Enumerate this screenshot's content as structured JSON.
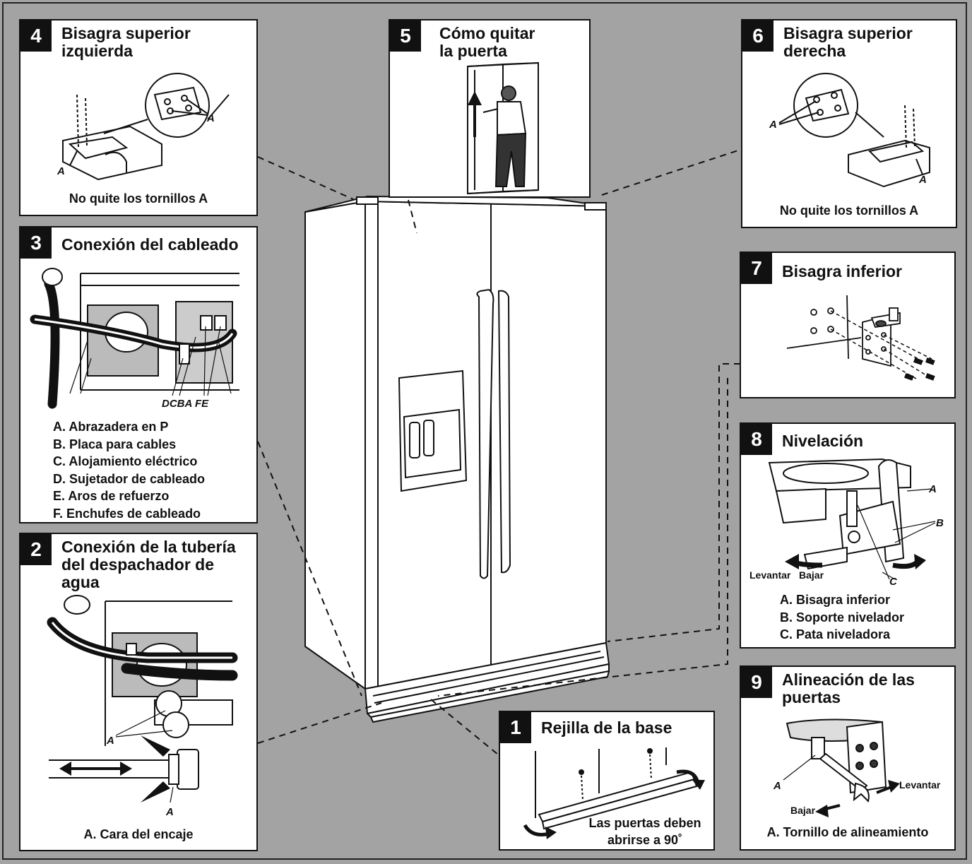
{
  "panels": {
    "p1": {
      "number": "1",
      "title": "Rejilla de la base",
      "caption": "Las puertas deben\nabrirse a  90˚"
    },
    "p2": {
      "number": "2",
      "title": "Conexión de la tubería\ndel despachador de agua",
      "callout": "A",
      "caption": "A. Cara del encaje"
    },
    "p3": {
      "number": "3",
      "title": "Conexión del cableado",
      "callout": "DCBA FE",
      "legend": [
        "A. Abrazadera en P",
        "B. Placa para cables",
        "C. Alojamiento eléctrico",
        "D. Sujetador de cableado",
        "E. Aros de refuerzo",
        "F. Enchufes de cableado"
      ]
    },
    "p4": {
      "number": "4",
      "title": "Bisagra superior\nizquierda",
      "callout": "A",
      "caption": "No quite los tornillos A"
    },
    "p5": {
      "number": "5",
      "title": "Cómo quitar\nla puerta"
    },
    "p6": {
      "number": "6",
      "title": "Bisagra superior\nderecha",
      "callout": "A",
      "caption": "No quite los tornillos A"
    },
    "p7": {
      "number": "7",
      "title": "Bisagra inferior"
    },
    "p8": {
      "number": "8",
      "title": "Nivelación",
      "callouts": [
        "A",
        "B",
        "C"
      ],
      "raise": "Levantar",
      "lower": "Bajar",
      "legend": [
        "A. Bisagra inferior",
        "B. Soporte nivelador",
        "C. Pata niveladora"
      ]
    },
    "p9": {
      "number": "9",
      "title": "Alineación de las\npuertas",
      "callout": "A",
      "raise": "Levantar",
      "lower": "Bajar",
      "caption": "A. Tornillo de alineamiento"
    }
  }
}
